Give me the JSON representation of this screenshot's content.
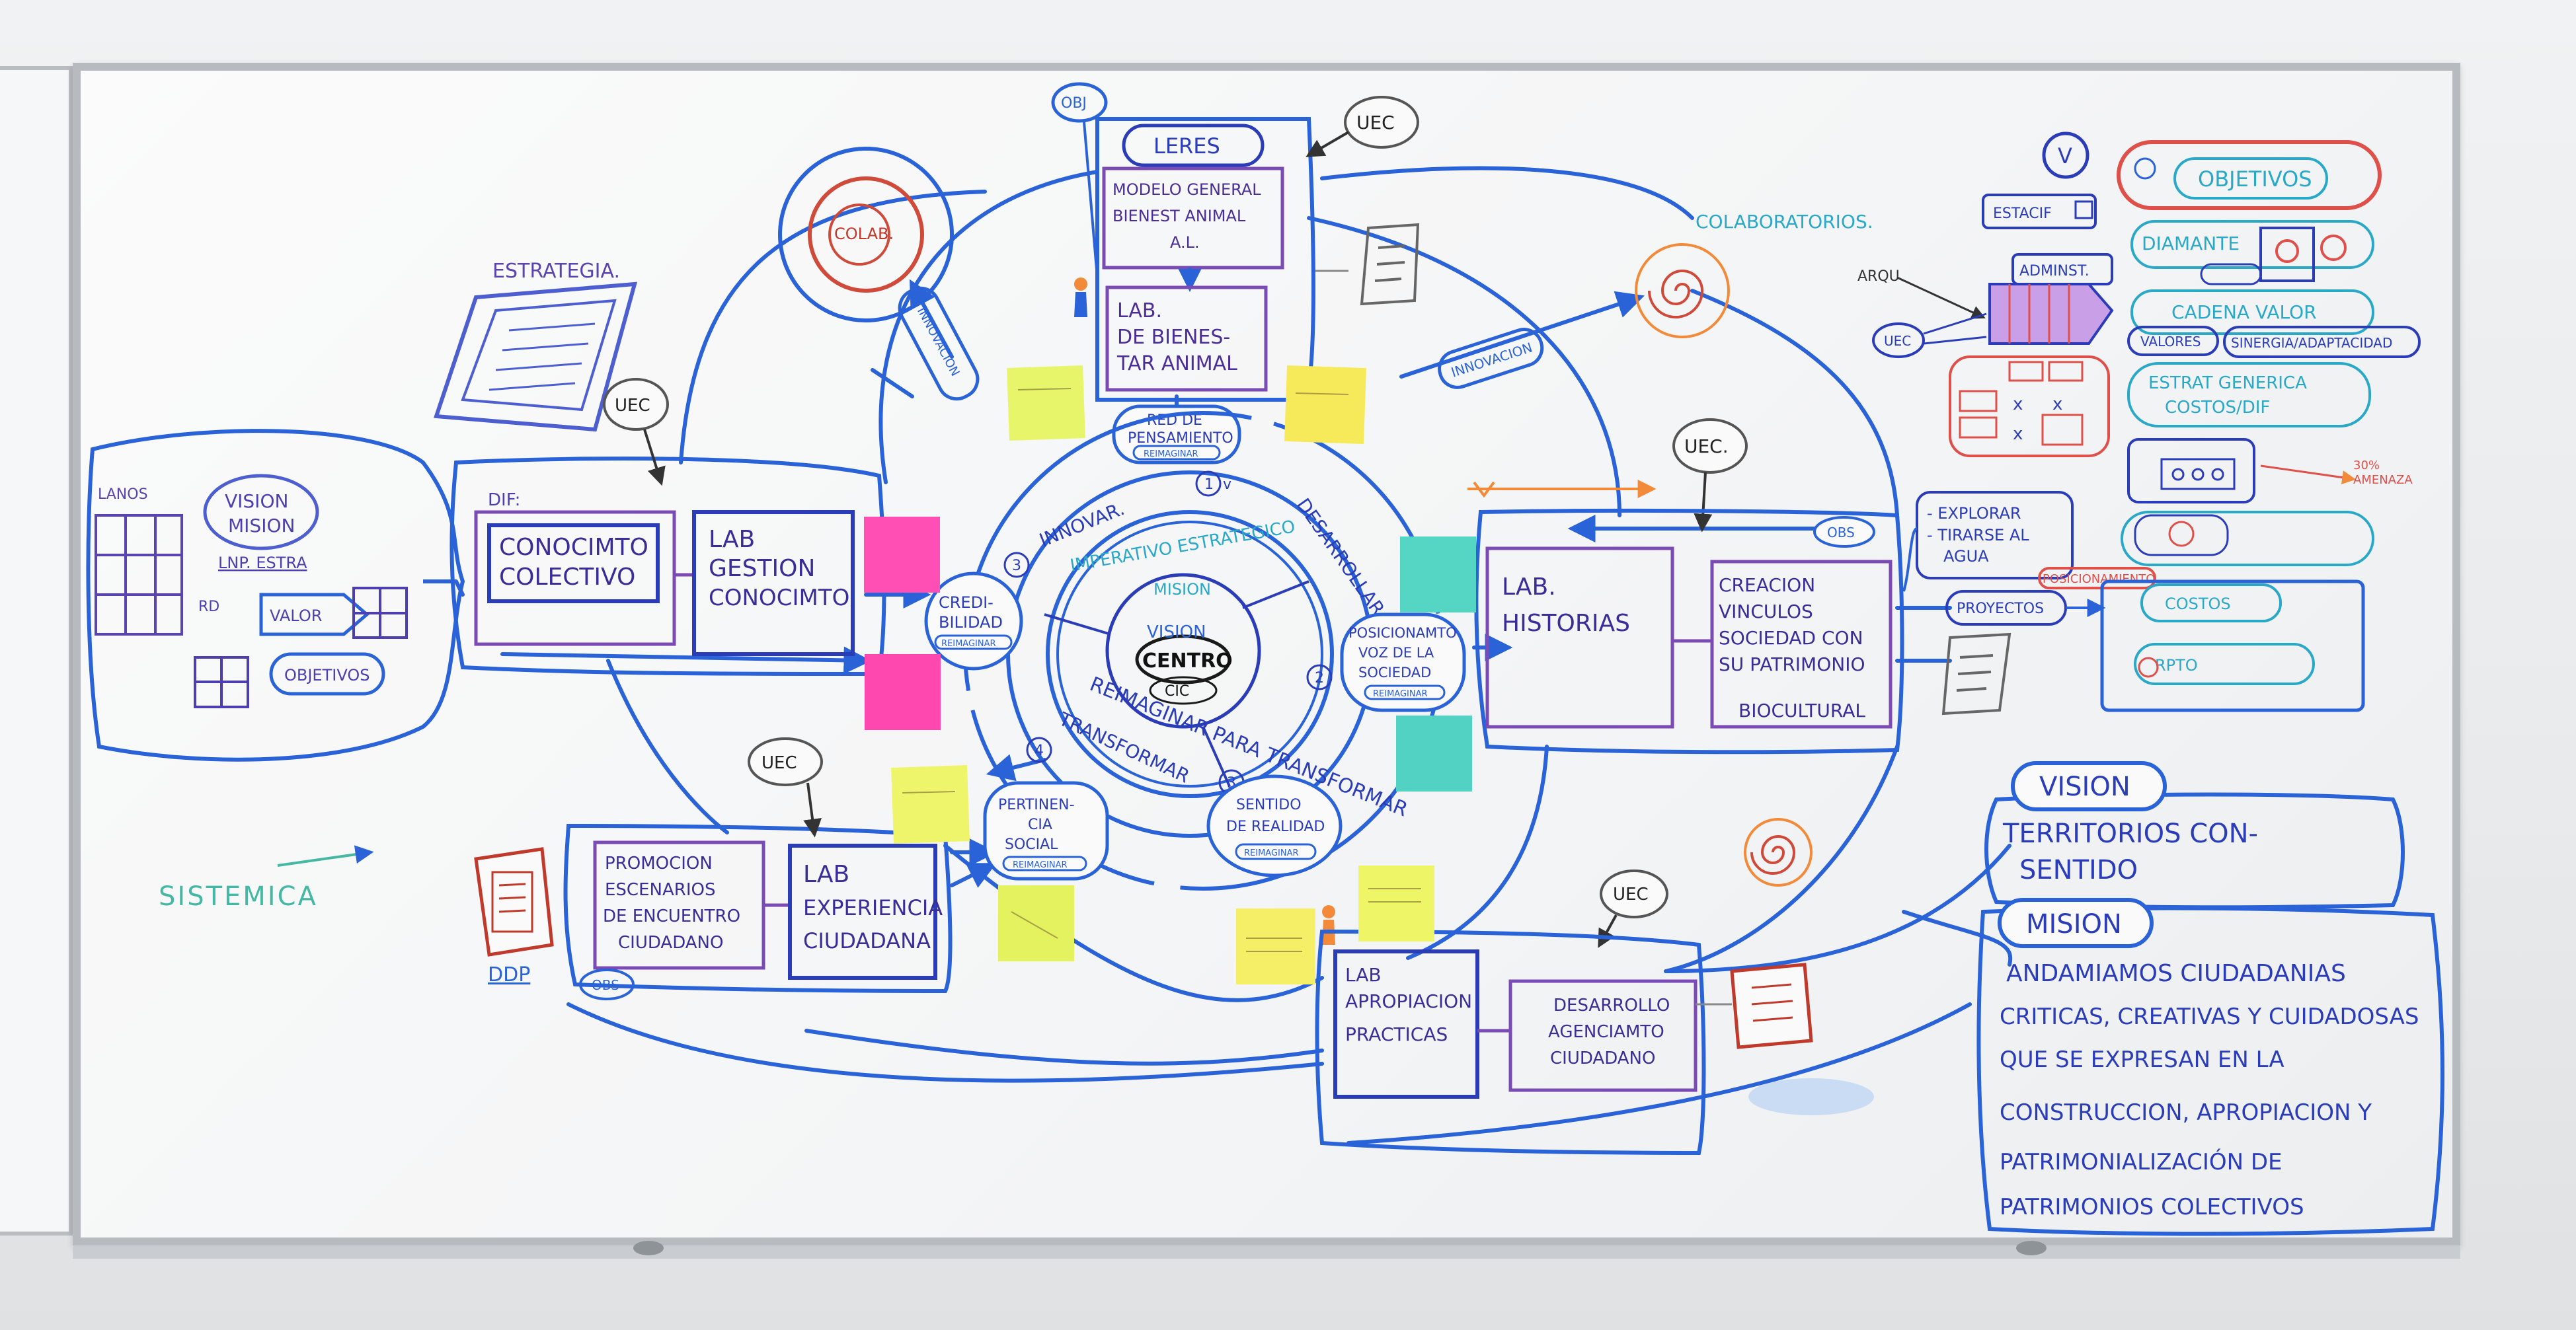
{
  "diagram": {
    "left_panel": {
      "lanos": "LANOS",
      "vision_mision": [
        "VISION",
        "MISION"
      ],
      "lnp_estra": "LNP. ESTRA",
      "valor": "VALOR",
      "objetivos": "OBJETIVOS",
      "sistemica": "SISTEMICA",
      "estrategia": "ESTRATEGIA."
    },
    "dif": {
      "label": "DIF:",
      "conocimto": [
        "CONOCIMTO",
        "COLECTIVO"
      ],
      "lab_gestion": [
        "LAB",
        "GESTION",
        "CONOCIMTO"
      ]
    },
    "top": {
      "obj": "OBJ",
      "colab": "COLAB.",
      "leres": "LERES",
      "modelo": [
        "MODELO GENERAL",
        "BIENEST ANIMAL",
        "A.L."
      ],
      "lab_bienestar": [
        "LAB.",
        "DE BIENES-",
        "TAR ANIMAL"
      ],
      "red_pensamiento": [
        "RED DE",
        "PENSAMIENTO"
      ],
      "red_sub": "REIMAGINAR",
      "innovacion": "INNOVACION",
      "innovacion_right": "INNOVACION",
      "colaboratorios": "COLABORATORIOS."
    },
    "uec": [
      "UEC",
      "UEC",
      "UEC",
      "UEC.",
      "UEC"
    ],
    "center": {
      "innovar": "INNOVAR.",
      "desarrollar": "DESARROLLAR",
      "transformar": "TRANSFORMAR",
      "imperativo": "IMPERATIVO ESTRATEGICO",
      "reimaginar": "REIMAGINAR PARA TRANSFORMAR",
      "mision": "MISION",
      "vision": "VISION",
      "centro": "CENTRO",
      "cic": "CIC",
      "num1": "1",
      "num2": "2",
      "num3": "3",
      "num4": "4"
    },
    "left_mid": {
      "credibilidad": [
        "CREDI-",
        "BILIDAD"
      ],
      "credibilidad_sub": "REIMAGINAR"
    },
    "bottom_left": {
      "promocion": [
        "PROMOCION",
        "ESCENARIOS",
        "DE ENCUENTRO",
        "CIUDADANO"
      ],
      "lab_experiencia": [
        "LAB",
        "EXPERIENCIA",
        "CIUDADANA"
      ],
      "ddp": "DDP",
      "obs": "OBS",
      "pertinencia": [
        "PERTINEN-",
        "CIA",
        "SOCIAL"
      ],
      "pertinencia_sub": "REIMAGINAR"
    },
    "right_mid": {
      "posicionamiento": [
        "POSICIONAMTO",
        "VOZ DE LA",
        "SOCIEDAD"
      ],
      "posicionamiento_sub": "REIMAGINAR",
      "sentido": [
        "SENTIDO",
        "DE REALIDAD"
      ],
      "sentido_sub": "REIMAGINAR",
      "obs": "OBS",
      "lab_historias": [
        "LAB.",
        "HISTORIAS"
      ],
      "creacion": [
        "CREACION",
        "VINCULOS",
        "SOCIEDAD CON",
        "SU PATRIMONIO",
        "BIOCULTURAL"
      ]
    },
    "bottom_right": {
      "lab_apropiacion": [
        "LAB",
        "APROPIACION",
        "PRACTICAS"
      ],
      "desarrollo": [
        "DESARROLLO",
        "AGENCIAMTO",
        "CIUDADANO"
      ]
    },
    "right_panel": {
      "v": "V",
      "objetivos": "OBJETIVOS",
      "estacif": "ESTACIF",
      "diamante": "DIAMANTE",
      "adminst": "ADMINST.",
      "arqu": "ARQU",
      "cadena_valor": "CADENA VALOR",
      "valores": "VALORES",
      "sinergia": "SINERGIA/ADAPTACIDAD",
      "estrat_generica": [
        "ESTRAT GENERICA",
        "COSTOS/DIF"
      ],
      "explorar": [
        "- EXPLORAR",
        "- TIRARSE AL",
        "AGUA"
      ],
      "posicionamiento": "POSICIONAMIENTO",
      "proyectos": "PROYECTOS",
      "costos": "COSTOS",
      "rpto": "RPTO",
      "uec": "UEC"
    },
    "vision_box": {
      "title": "VISION",
      "text": [
        "TERRITORIOS CON-",
        "SENTIDO"
      ]
    },
    "mision_box": {
      "title": "MISION",
      "text": [
        "ANDAMIAMOS CIUDADANIAS",
        "CRITICAS, CREATIVAS Y CUIDADOSAS",
        "QUE SE EXPRESAN EN LA",
        "CONSTRUCCION, APROPIACION Y",
        "PATRIMONIALIZACIÓN DE",
        "PATRIMONIOS COLECTIVOS"
      ]
    }
  }
}
